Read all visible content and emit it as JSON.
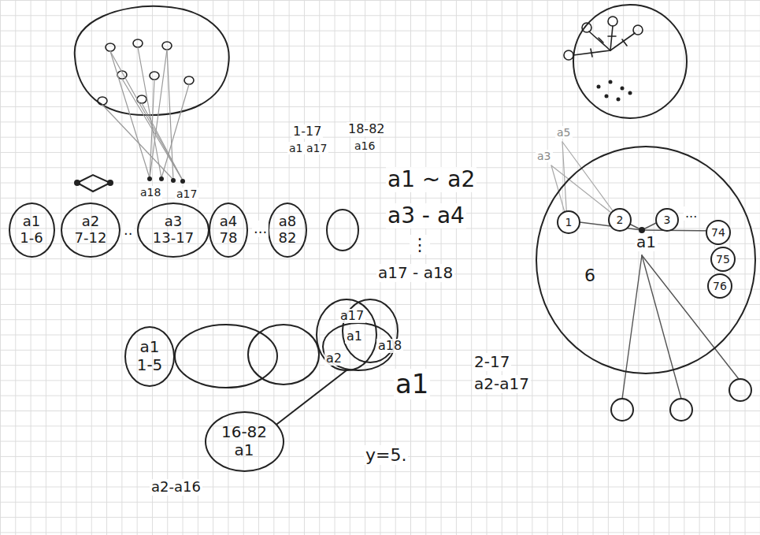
{
  "diagram": {
    "nodes": [
      {
        "text": [
          "a1",
          "1-6"
        ]
      },
      {
        "text": [
          "a2",
          "7-12"
        ]
      },
      {
        "text": [
          "a3",
          "13-17"
        ]
      },
      {
        "text": [
          "a4",
          "78"
        ]
      },
      {
        "text": [
          "a8",
          "82"
        ]
      },
      {
        "text": [
          "a1",
          "1-5"
        ]
      },
      {
        "text": [
          "16-82",
          "a1"
        ]
      },
      {
        "text": [
          "6"
        ]
      },
      {
        "text": [
          "1"
        ],
        "in": 7
      },
      {
        "text": [
          "2"
        ],
        "in": 7
      },
      {
        "text": [
          "3"
        ],
        "in": 7
      },
      {
        "text": [
          "74"
        ],
        "in": 7
      },
      {
        "text": [
          "75"
        ],
        "in": 7
      },
      {
        "text": [
          "76"
        ],
        "in": 7
      }
    ],
    "labels": [
      "a18",
      "a17",
      "1-17",
      "18-82",
      "a1 a17",
      "a16",
      "a1 ~ a2",
      "a3 - a4",
      "⋮",
      "a17 - a18",
      "..",
      "...",
      "a1",
      "a2",
      "a18",
      "a17",
      "2-17",
      "a2-a17",
      "a2-a16",
      "y=5.",
      "a5",
      "a3",
      "a1",
      "...",
      "a1"
    ]
  }
}
